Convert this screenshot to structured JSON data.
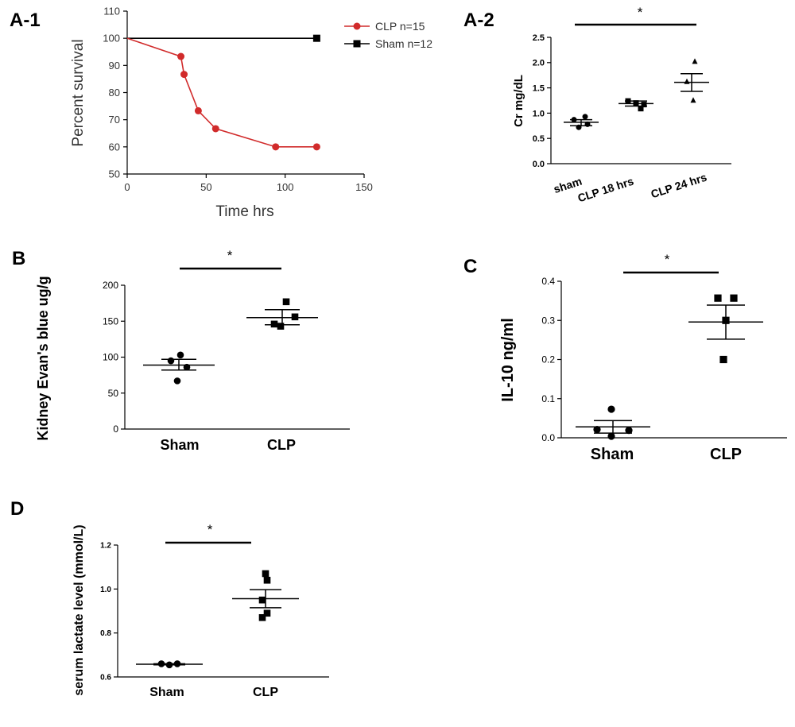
{
  "panels": [
    {
      "id": "A1",
      "label": "A-1"
    },
    {
      "id": "A2",
      "label": "A-2"
    },
    {
      "id": "B",
      "label": "B"
    },
    {
      "id": "C",
      "label": "C"
    },
    {
      "id": "D",
      "label": "D"
    }
  ],
  "colors": {
    "clp_line": "#d12b2b",
    "sham_line": "#000000",
    "axis": "#000000"
  },
  "chart_data": [
    {
      "id": "A1",
      "type": "line",
      "ylabel": "Percent survival",
      "xlabel": "Time hrs",
      "xlim": [
        0,
        150
      ],
      "ylim": [
        50,
        110
      ],
      "xticks": [
        0,
        50,
        100,
        150
      ],
      "yticks": [
        50,
        60,
        70,
        80,
        90,
        100,
        110
      ],
      "legend_position": "top-right",
      "series": [
        {
          "name": "CLP n=15",
          "color": "#d12b2b",
          "marker": "circle",
          "x": [
            0,
            34,
            36,
            45,
            56,
            94,
            120
          ],
          "y": [
            100,
            93.3,
            86.7,
            73.3,
            66.7,
            60,
            60
          ]
        },
        {
          "name": "Sham n=12",
          "color": "#000000",
          "marker": "square",
          "x": [
            0,
            120
          ],
          "y": [
            100,
            100
          ],
          "marker_points": [
            [
              120,
              100
            ]
          ]
        }
      ]
    },
    {
      "id": "A2",
      "type": "scatter",
      "ylabel": "Cr mg/dL",
      "ylim": [
        0,
        2.5
      ],
      "yticks": [
        0.0,
        0.5,
        1.0,
        1.5,
        2.0,
        2.5
      ],
      "ytick_labels": [
        "0.0",
        "0.5",
        "1.0",
        "1.5",
        "2.0",
        "2.5"
      ],
      "categories": [
        "sham",
        "CLP 18 hrs",
        "CLP 24 hrs"
      ],
      "groups": [
        {
          "marker": "circle",
          "points": [
            0.87,
            0.93,
            0.78,
            0.72
          ],
          "mean": 0.82,
          "sem": [
            0.75,
            0.87
          ]
        },
        {
          "marker": "square",
          "points": [
            1.24,
            1.2,
            1.17,
            1.09
          ],
          "mean": 1.19,
          "sem": [
            1.14,
            1.24
          ]
        },
        {
          "marker": "triangle",
          "points": [
            2.02,
            1.62,
            1.25
          ],
          "mean": 1.61,
          "sem": [
            1.43,
            1.78
          ]
        }
      ],
      "significance": [
        {
          "from": 0,
          "to": 2,
          "label": "*"
        }
      ]
    },
    {
      "id": "B",
      "type": "scatter",
      "ylabel": "Kidney Evan's blue ug/g",
      "ylim": [
        0,
        200
      ],
      "yticks": [
        0,
        50,
        100,
        150,
        200
      ],
      "ytick_labels": [
        "0",
        "50",
        "100",
        "150",
        "200"
      ],
      "categories": [
        "Sham",
        "CLP"
      ],
      "groups": [
        {
          "marker": "circle",
          "points": [
            103,
            95,
            86,
            67
          ],
          "mean": 89,
          "sem": [
            82,
            97
          ]
        },
        {
          "marker": "square",
          "points": [
            177,
            156,
            146,
            143
          ],
          "mean": 155,
          "sem": [
            145,
            166
          ]
        }
      ],
      "significance": [
        {
          "from": 0,
          "to": 1,
          "label": "*"
        }
      ]
    },
    {
      "id": "C",
      "type": "scatter",
      "ylabel": "IL-10 ng/ml",
      "ylim": [
        0,
        0.4
      ],
      "yticks": [
        0,
        0.1,
        0.2,
        0.3,
        0.4
      ],
      "ytick_labels": [
        "0.0",
        "0.1",
        "0.2",
        "0.3",
        "0.4"
      ],
      "categories": [
        "Sham",
        "CLP"
      ],
      "groups": [
        {
          "marker": "circle",
          "points": [
            0.073,
            0.021,
            0.019,
            0.004
          ],
          "mean": 0.028,
          "sem": [
            0.012,
            0.044
          ]
        },
        {
          "marker": "square",
          "points": [
            0.357,
            0.357,
            0.3,
            0.2
          ],
          "mean": 0.296,
          "sem": [
            0.252,
            0.339
          ]
        }
      ],
      "significance": [
        {
          "from": 0,
          "to": 1,
          "label": "*"
        }
      ]
    },
    {
      "id": "D",
      "type": "scatter",
      "ylabel": "serum lactate level (mmol/L)",
      "ylim": [
        0.6,
        1.2
      ],
      "yticks": [
        0.6,
        0.8,
        1.0,
        1.2
      ],
      "ytick_labels": [
        "0.6",
        "0.8",
        "1.0",
        "1.2"
      ],
      "categories": [
        "Sham",
        "CLP"
      ],
      "groups": [
        {
          "marker": "circle",
          "points": [
            0.66,
            0.655,
            0.66
          ],
          "mean": 0.658,
          "sem": [
            0.655,
            0.66
          ]
        },
        {
          "marker": "square",
          "points": [
            1.07,
            1.04,
            0.95,
            0.89,
            0.87
          ],
          "mean": 0.956,
          "sem": [
            0.915,
            0.997
          ]
        }
      ],
      "significance": [
        {
          "from": 0,
          "to": 1,
          "label": "*"
        }
      ]
    }
  ]
}
